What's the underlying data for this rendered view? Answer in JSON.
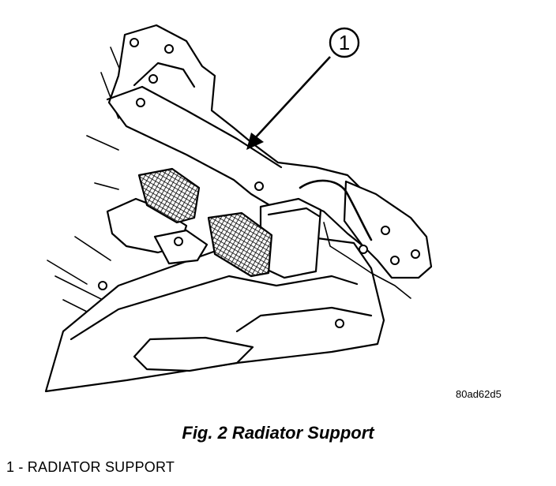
{
  "figure": {
    "callout": {
      "number": "1"
    },
    "image_code": "80ad62d5"
  },
  "caption": "Fig. 2 Radiator Support",
  "legend": [
    {
      "text": "1 - RADIATOR SUPPORT"
    }
  ],
  "colors": {
    "ink": "#000000",
    "paper": "#ffffff"
  }
}
